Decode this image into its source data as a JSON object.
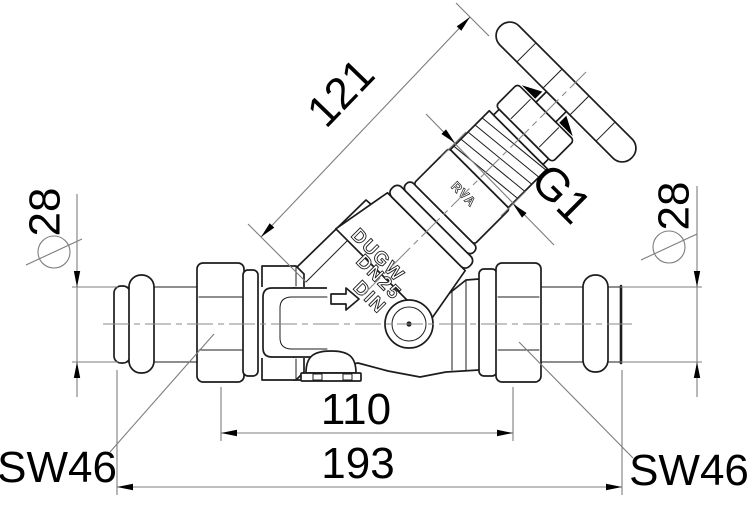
{
  "drawing": {
    "kind": "technical dimension drawing",
    "subject": "angle-seat valve with press connections and handwheel"
  },
  "dimensions": {
    "stem_length": {
      "value": "121"
    },
    "left_pipe_diameter": {
      "value": "28",
      "symbol": "diameter"
    },
    "right_pipe_diameter": {
      "value": "28",
      "symbol": "diameter"
    },
    "bonnet_thread": {
      "value": "G1"
    },
    "port_distance": {
      "value": "110"
    },
    "overall_length": {
      "value": "193"
    },
    "left_wrench_size": {
      "value": "SW46"
    },
    "right_wrench_size": {
      "value": "SW46"
    }
  },
  "markings": {
    "body_line1": "DUGW",
    "body_line2": "DN25",
    "body_line3": "DIN",
    "bonnet": "RVA"
  },
  "colors": {
    "outline": "#1c1c1c",
    "dimension_lines": "#7d7d7d",
    "text": "#000000",
    "background": "#ffffff"
  }
}
